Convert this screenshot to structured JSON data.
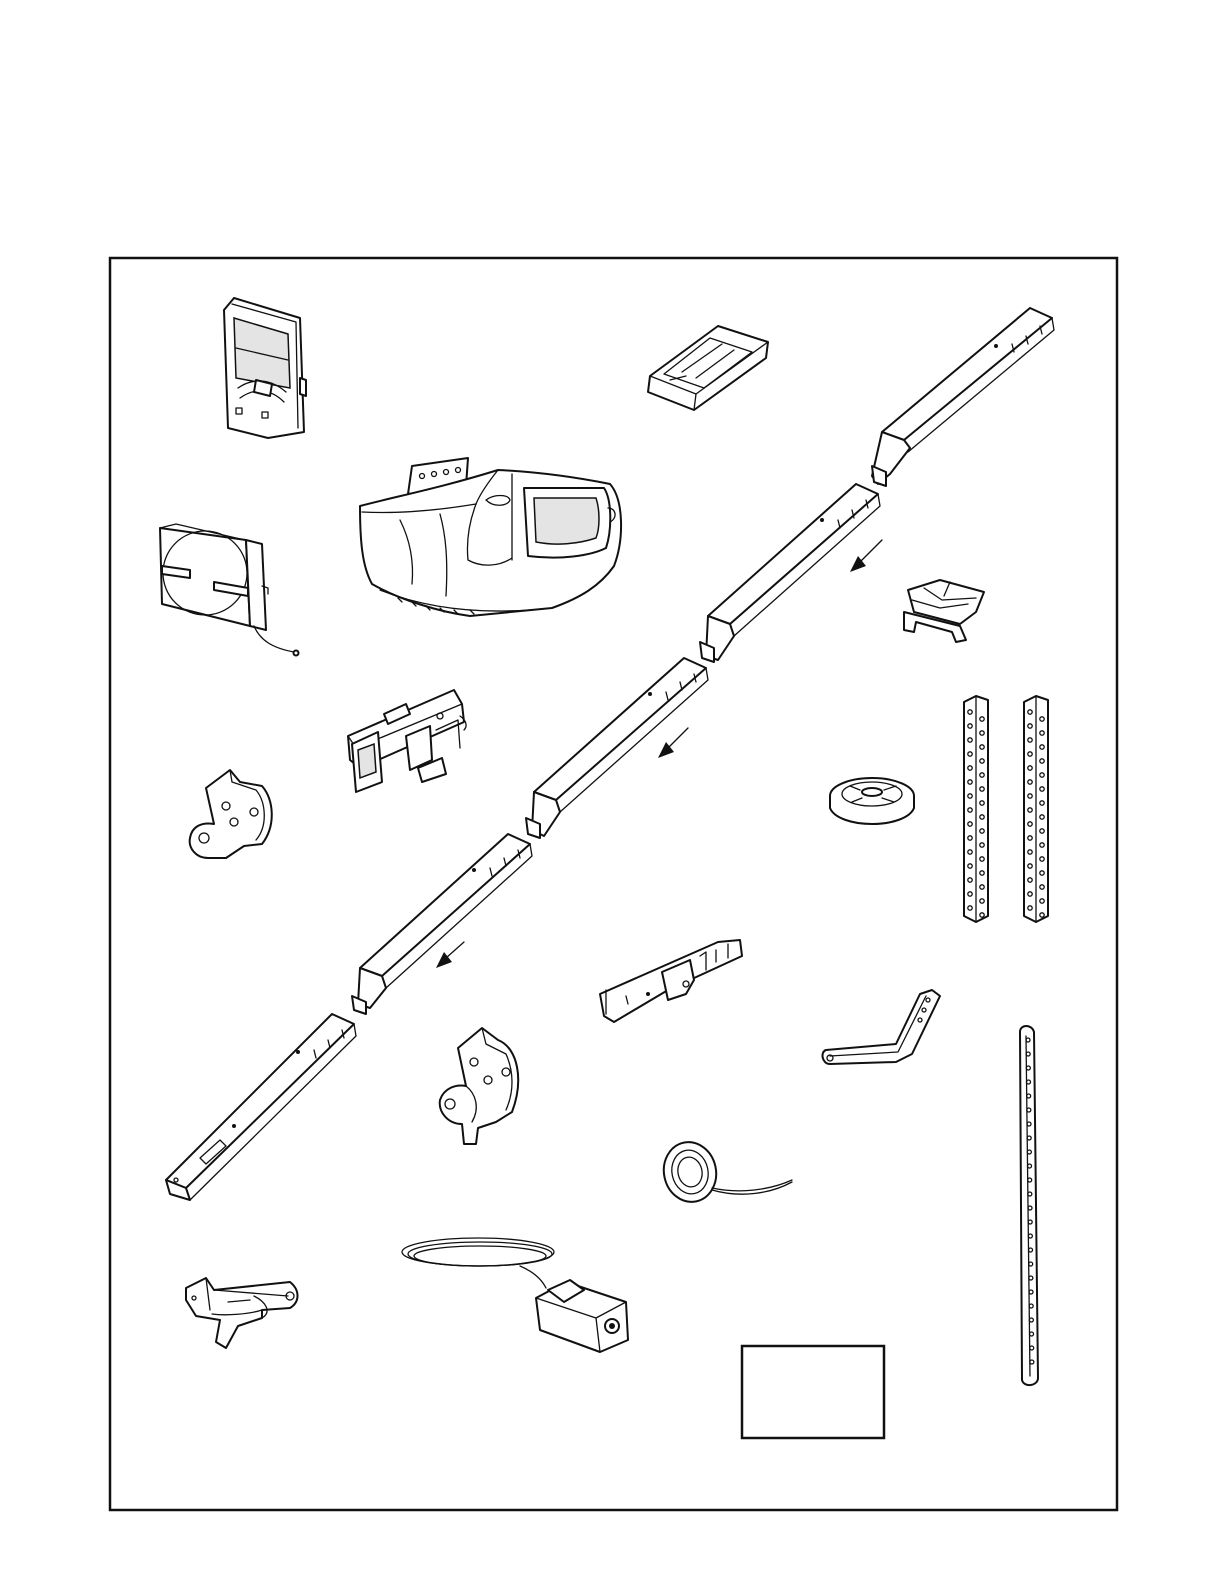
{
  "figure": {
    "parts": [
      "wall-control",
      "remote-control",
      "opener-motor-unit",
      "light-lens",
      "trolley",
      "header-bracket",
      "rail-section-1",
      "rail-section-2",
      "rail-section-3",
      "rail-section-4",
      "rail-section-5",
      "rail-end-bracket",
      "safety-sensor-bracket-1",
      "safety-sensor-bracket-2",
      "door-bracket",
      "sprocket-cover",
      "hanging-brackets",
      "curved-door-arm",
      "straight-door-arm",
      "bell-wire",
      "safety-sensor",
      "idler-pulley",
      "hardware-bag-label"
    ],
    "label_box_text": ""
  }
}
